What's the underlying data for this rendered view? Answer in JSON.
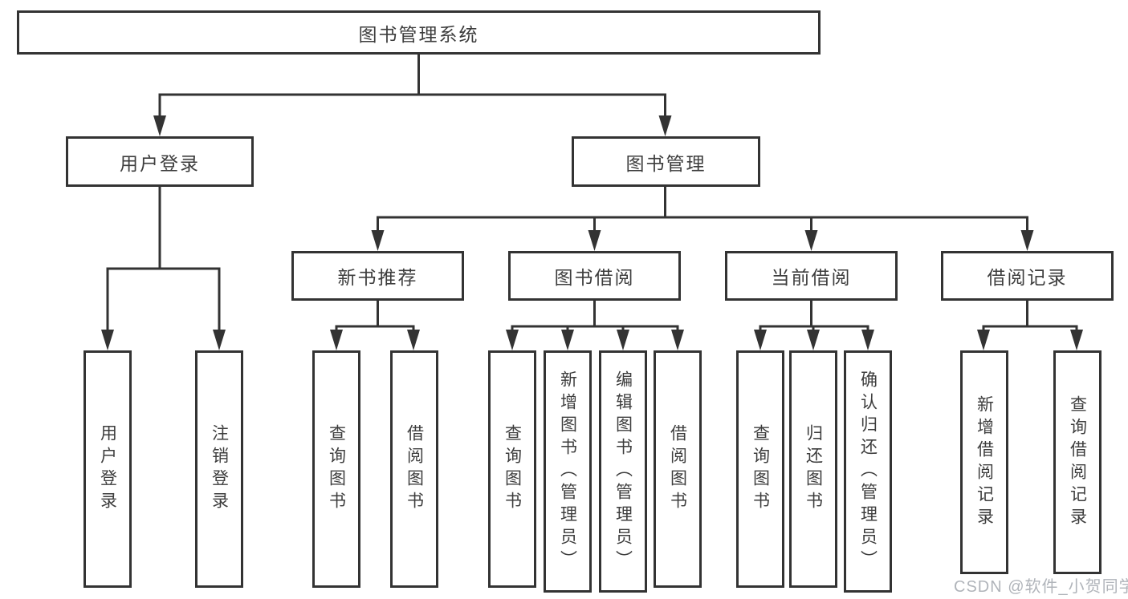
{
  "diagram_title": "图书管理系统",
  "watermark": "CSDN @软件_小贺同学",
  "colors": {
    "line": "#333333",
    "border": "#333333",
    "text": "#3d3d3d",
    "watermark": "#b0b4ba",
    "background": "#ffffff"
  },
  "nodes": {
    "root": {
      "label": "图书管理系统"
    },
    "level2": [
      {
        "label": "用户登录"
      },
      {
        "label": "图书管理"
      }
    ],
    "level3": [
      {
        "label": "新书推荐"
      },
      {
        "label": "图书借阅"
      },
      {
        "label": "当前借阅"
      },
      {
        "label": "借阅记录"
      }
    ],
    "level4_groups": [
      {
        "parent": "用户登录",
        "items": [
          {
            "label": "用户登录"
          },
          {
            "label": "注销登录"
          }
        ]
      },
      {
        "parent": "新书推荐",
        "items": [
          {
            "label": "查询图书"
          },
          {
            "label": "借阅图书"
          }
        ]
      },
      {
        "parent": "图书借阅",
        "items": [
          {
            "label": "查询图书"
          },
          {
            "label": "新增图书（管理员）"
          },
          {
            "label": "编辑图书（管理员）"
          },
          {
            "label": "借阅图书"
          }
        ]
      },
      {
        "parent": "当前借阅",
        "items": [
          {
            "label": "查询图书"
          },
          {
            "label": "归还图书"
          },
          {
            "label": "确认归还（管理员）"
          }
        ]
      },
      {
        "parent": "借阅记录",
        "items": [
          {
            "label": "新增借阅记录"
          },
          {
            "label": "查询借阅记录"
          }
        ]
      }
    ]
  }
}
